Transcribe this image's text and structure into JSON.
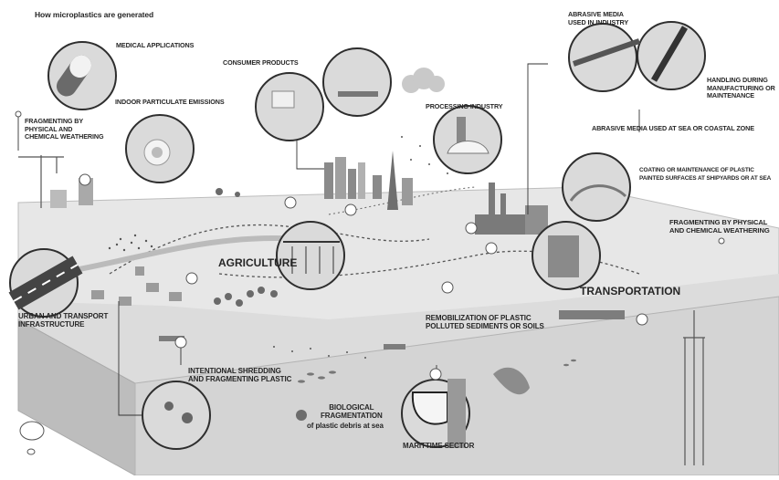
{
  "title": "How microplastics are generated",
  "labels": {
    "medical_applications": "MEDICAL APPLICATIONS",
    "consumer_products": "CONSUMER PRODUCTS",
    "indoor_emissions": "INDOOR PARTICULATE EMISSIONS",
    "fragmenting_left": "FRAGMENTING BY\nPHYSICAL AND\nCHEMICAL WEATHERING",
    "processing_industry": "PROCESSING INDUSTRY",
    "abrasive_industry": "ABRASIVE MEDIA\nUSED IN INDUSTRY",
    "handling": "HANDLING DURING\nMANUFACTURING OR\nMAINTENANCE",
    "abrasive_sea": "ABRASIVE MEDIA USED AT SEA OR COASTAL ZONE",
    "coating": "COATING OR MAINTENANCE OF PLASTIC\nPAINTED SURFACES AT SHIPYARDS OR AT SEA",
    "fragmenting_right": "FRAGMENTING BY PHYSICAL\nAND CHEMICAL WEATHERING",
    "agriculture": "AGRICULTURE",
    "transportation": "TRANSPORTATION",
    "urban": "URBAN AND TRANSPORT\nINFRASTRUCTURE",
    "remobilization": "REMOBILIZATION OF PLASTIC\nPOLLUTED SEDIMENTS OR SOILS",
    "shredding": "INTENTIONAL SHREDDING\nAND FRAGMENTING PLASTIC",
    "biological": "BIOLOGICAL\nFRAGMENTATION",
    "biological_sub": "of plastic debris at sea",
    "maritime": "MARITTIME SECTOR"
  },
  "colors": {
    "ink": "#262626",
    "top_surface": "#e6e6e6",
    "front_face": "#d7d7d7",
    "side_face": "#c4c4c4",
    "circle_fill": "#dadada"
  }
}
